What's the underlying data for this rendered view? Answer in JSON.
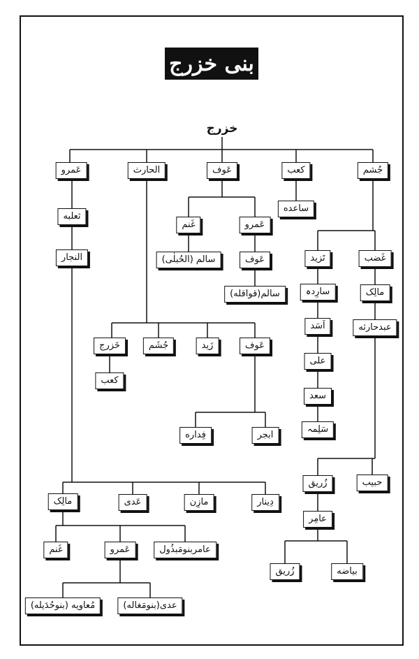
{
  "title": "بنی خزرج",
  "colors": {
    "ink": "#111111",
    "paper": "#ffffff"
  },
  "nodes": {
    "root": "خزرج",
    "amr1": "عَمرو",
    "harith": "الحارث",
    "awf1": "عَوف",
    "kab1": "کعب",
    "jusham1": "جُشم",
    "thalaba": "ثعلبه",
    "najjar": "النجار",
    "ghanm1": "غَنم",
    "amr2": "عَمرو",
    "saida": "ساعده",
    "salim1": "سالم (الحُبلٰی)",
    "awf2": "عَوف",
    "salim2": "سالم(قواقله)",
    "ghadb": "غَضب",
    "tazid": "تَزید",
    "malik1": "مالِک",
    "sarida": "سارِدہ",
    "abdharitha": "عبدحارثه",
    "asad": "اَسَد",
    "ali": "علی",
    "saad": "سعد",
    "salima": "سَلِمہ",
    "khazraj2": "خَزرج",
    "jusham2": "جُشَم",
    "zayd": "زَید",
    "awf3": "عَوف",
    "kab2": "کعب",
    "fudara": "فِداره",
    "abjar": "ابجر",
    "habib": "حبیب",
    "zurayq1": "زُریق",
    "amir1": "عامِر",
    "bayada": "بیاضه",
    "zurayq2": "زُریق",
    "malik2": "مالِک",
    "adi1": "عَدی",
    "mazin": "مازِن",
    "dinar": "دِینار",
    "ghanm2": "غَنم",
    "amr3": "عَمرو",
    "amir2": "عامربنومَبذُول",
    "muawiya": "مُعاویه (بنوحُدَیله)",
    "adi2": "عدی(بنومَغاله)"
  }
}
